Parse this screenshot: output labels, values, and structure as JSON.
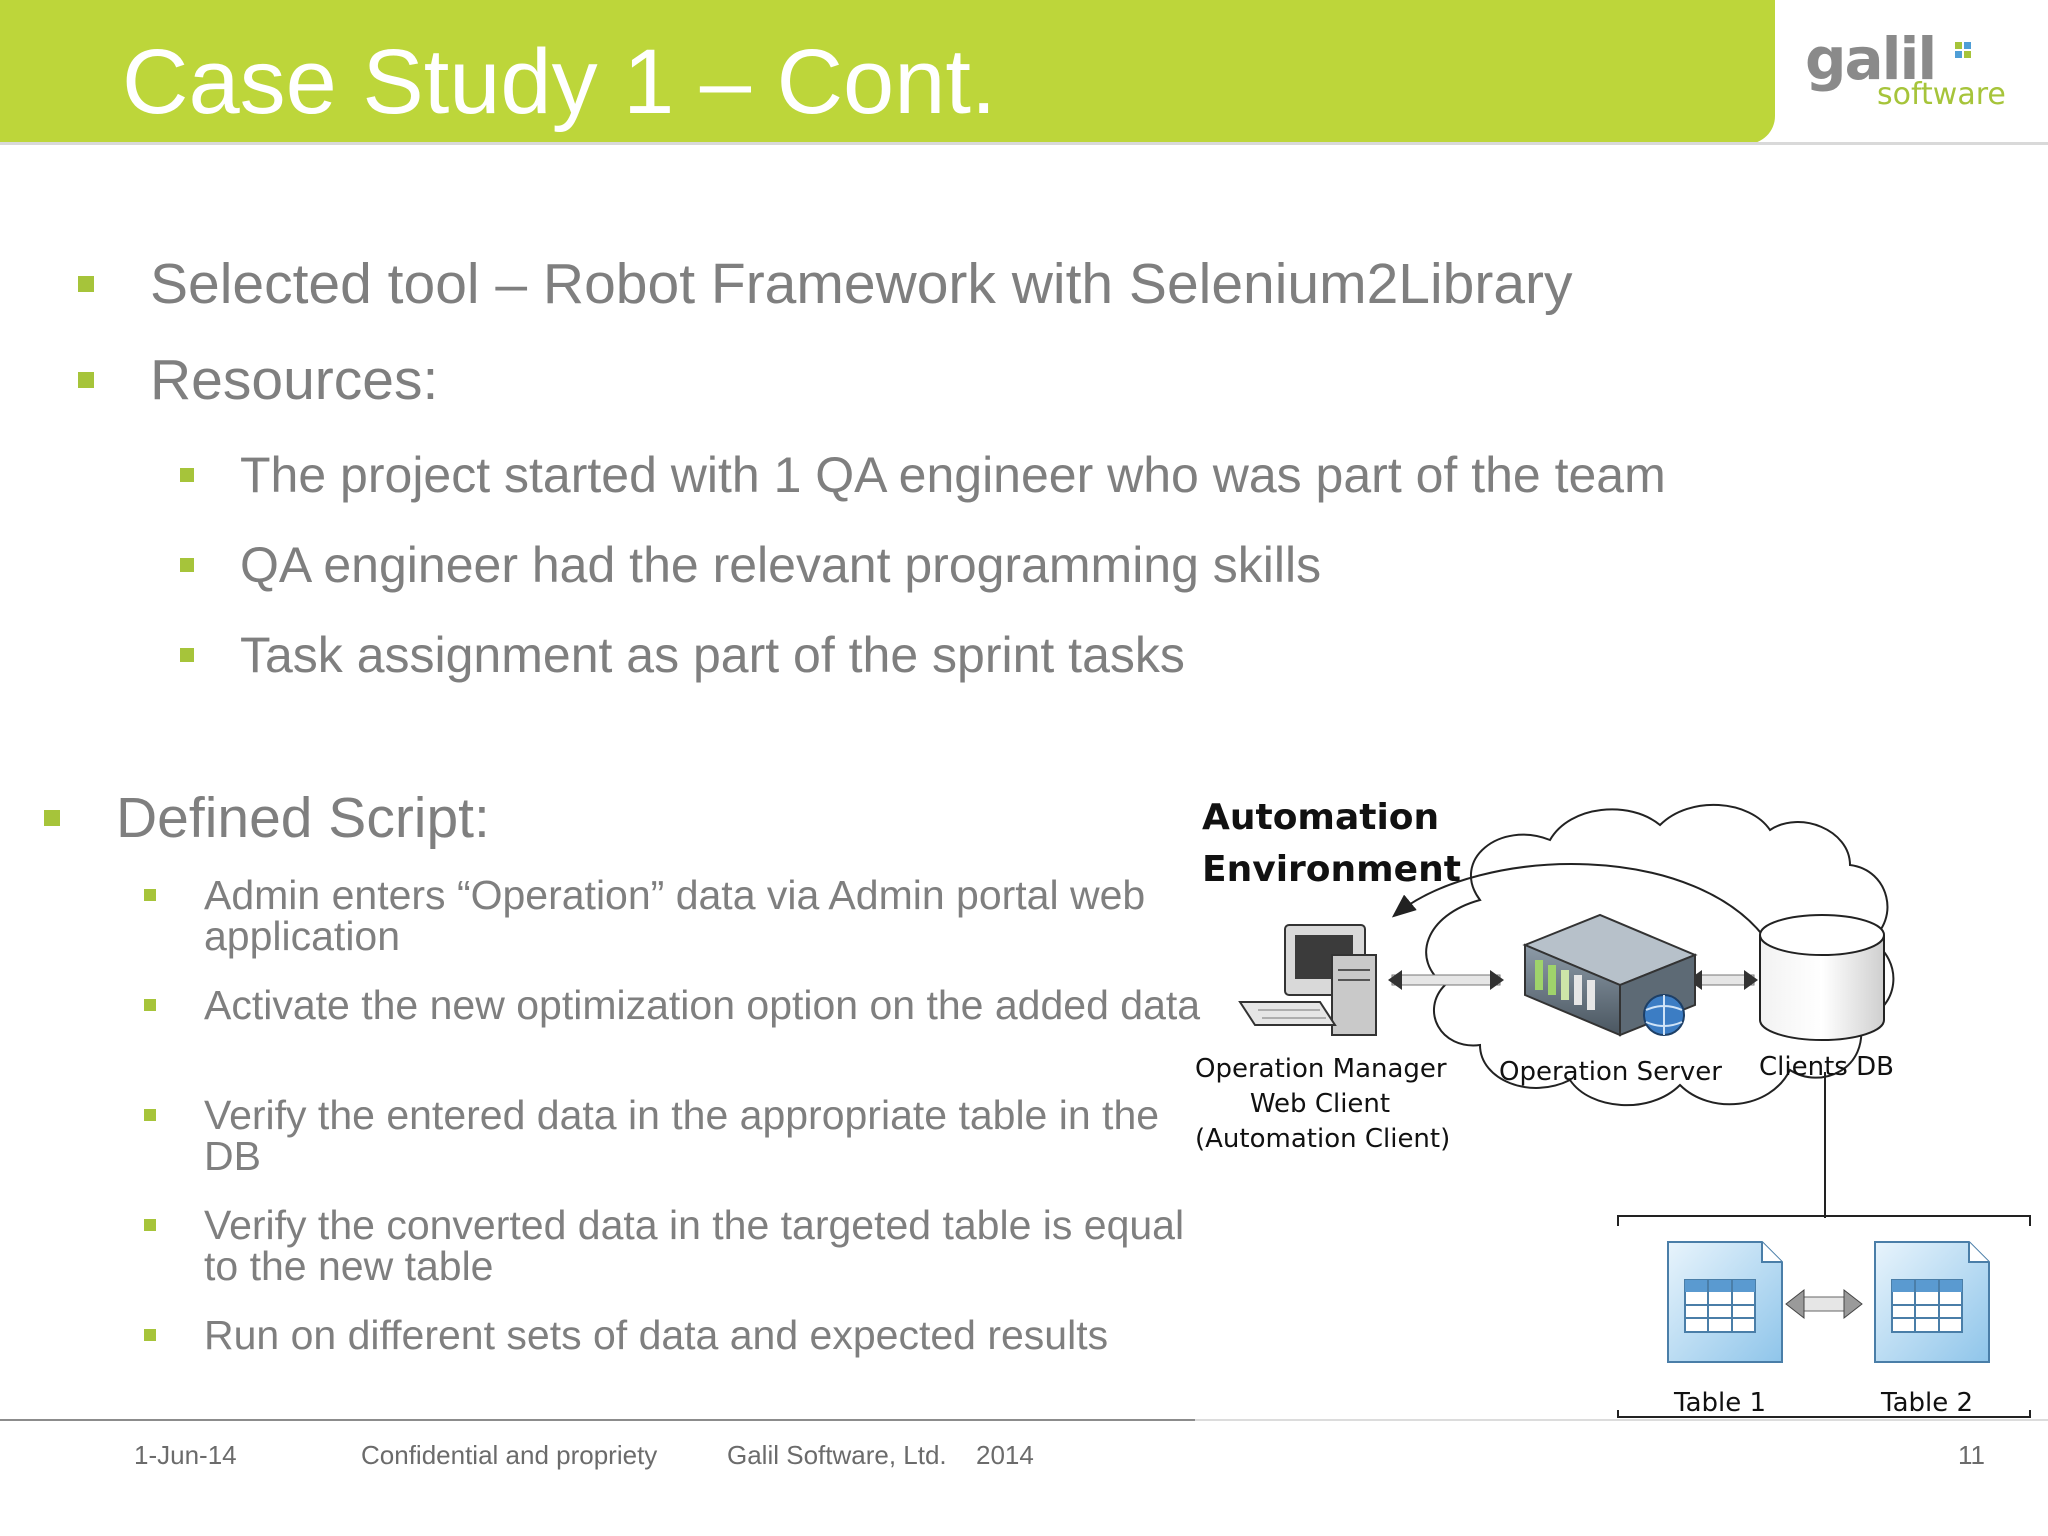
{
  "slide": {
    "title": "Case Study 1 – Cont.",
    "logo": {
      "word": "galil",
      "sub": "software"
    },
    "bullets": [
      {
        "text": "Selected tool – Robot Framework with Selenium2Library"
      },
      {
        "text": "Resources:"
      }
    ],
    "sub_bullets": [
      {
        "text": "The project started with 1 QA engineer who was part of the team"
      },
      {
        "text": "QA engineer had the relevant programming skills"
      },
      {
        "text": "Task assignment as part of the sprint tasks"
      }
    ],
    "script_heading": "Defined Script:",
    "script_items": [
      {
        "text": "Admin enters “Operation” data via Admin portal web application"
      },
      {
        "text": "Activate the new optimization option on the added data"
      },
      {
        "text": "Verify the entered data in the appropriate table in the DB"
      },
      {
        "text": "Verify the converted data in the targeted table is equal to the new table"
      },
      {
        "text": "Run on different sets of data and expected results"
      }
    ]
  },
  "diagram": {
    "env_title_line1": "Automation",
    "env_title_line2": "Environment",
    "client_label_line1": "Operation Manager",
    "client_label_line2": "Web Client",
    "client_label_line3": "(Automation Client)",
    "server_label": "Operation Server",
    "db_label": "Clients DB",
    "table1_label": "Table 1",
    "table2_label": "Table 2"
  },
  "footer": {
    "date": "1-Jun-14",
    "confidential": "Confidential and propriety",
    "company": "Galil Software, Ltd.",
    "year": "2014",
    "page": "11"
  },
  "colors": {
    "header": "#bdd63a",
    "bullet": "#a6c43a",
    "text": "#7f7f7f"
  }
}
